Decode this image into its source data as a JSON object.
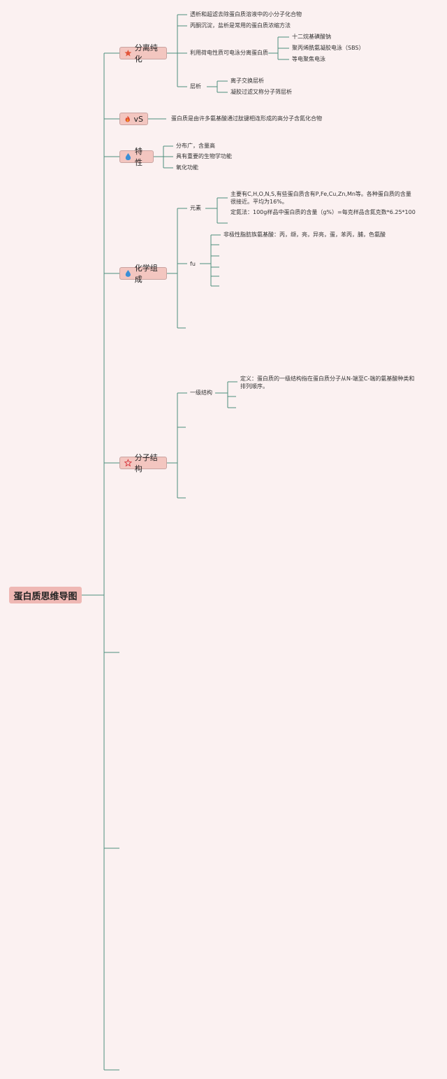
{
  "root": "蛋白质思维导图",
  "branches": {
    "separation": {
      "label": "分离纯化",
      "children": [
        "透析和超滤去除蛋白质溶液中的小分子化合物",
        "丙酮沉淀，盐析是常用的蛋白质浓缩方法",
        "利用荷电性质可电泳分离蛋白质",
        "层析"
      ],
      "electrophoresis": [
        "十二烷基磺酸钠",
        "聚丙烯酰氨凝胶电泳（SBS）",
        "等电聚焦电泳"
      ],
      "chromatography": [
        "离子交换层析",
        "凝胶过滤又称分子筛层析"
      ]
    },
    "vs": {
      "label": "vS",
      "child": "蛋白质是由许多氨基酸通过肽键相连形成的高分子含氮化合物"
    },
    "properties": {
      "label": "特性",
      "children": [
        "分布广，含量高",
        "具有重要的生物学功能",
        "氧化功能"
      ]
    },
    "composition": {
      "label": "化学组成",
      "elements_label": "元素",
      "elements": [
        "主要有C,H,O,N,S,有些蛋白质含有P,Fe,Cu,Zn,Mn等。各种蛋白质的含量很接近。平均为16%。",
        "定氮法：100g样品中蛋白质的含量（g%）=每克样品含氮克数*6.25*100"
      ],
      "fu_label": "fu",
      "fu_children": [
        "非极性脂肪族氨基酸：丙，缬，亮，异亮，蛋，苯丙，脯，色氨酸"
      ]
    },
    "structure": {
      "label": "分子结构",
      "primary_label": "一级结构",
      "primary": [
        "定义：蛋白质的一级结构指在蛋白质分子从N-端至C-端的氨基酸种类和排列顺序。"
      ]
    }
  },
  "colors": {
    "line": "#4e8e7d",
    "node_fill": "#f3c6c0",
    "root_fill": "#efb8b4",
    "background": "#fbf1f1"
  },
  "icons": [
    "star-filled-icon",
    "fire-icon",
    "water-drop-icon",
    "water-drop-icon",
    "star-outline-icon"
  ]
}
